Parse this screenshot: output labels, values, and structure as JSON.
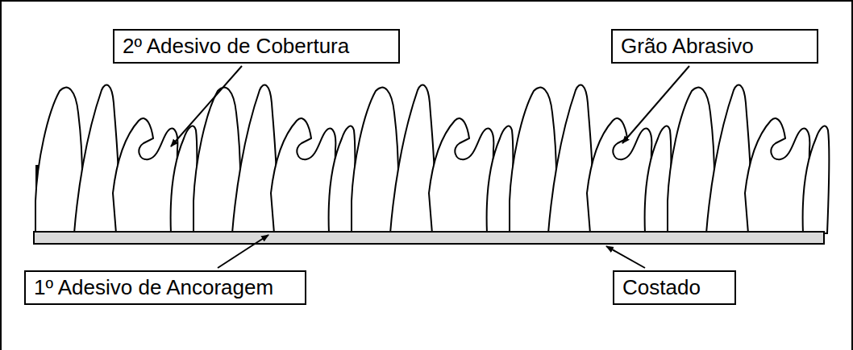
{
  "diagram": {
    "nodes": [
      {
        "text": [
          "2º Adesivo de Cobertura"
        ]
      },
      {
        "text": [
          "Grão Abrasivo"
        ]
      },
      {
        "text": [
          "1º Adesivo de Ancoragem"
        ]
      },
      {
        "text": [
          "Costado"
        ]
      }
    ]
  }
}
